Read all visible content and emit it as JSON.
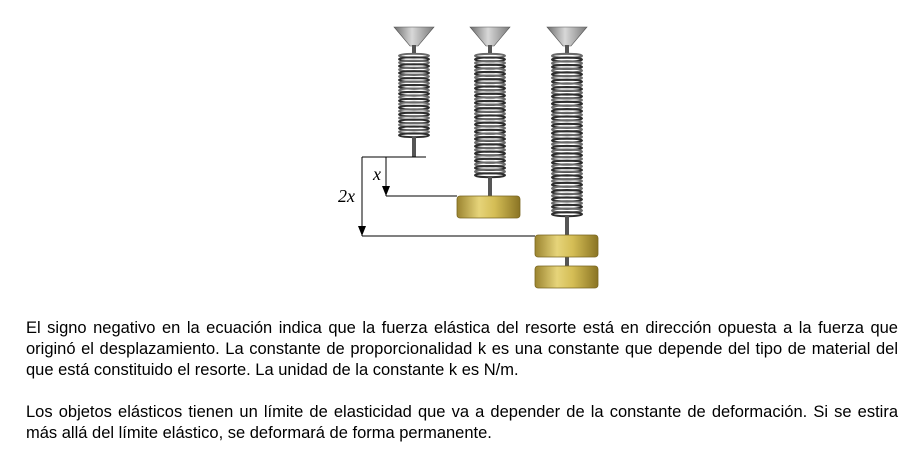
{
  "figure": {
    "label_x": "x",
    "label_2x": "2x"
  },
  "paragraphs": [
    "El signo negativo en la ecuación indica que la fuerza elástica del resorte está en dirección opuesta a la fuerza que originó el desplazamiento. La constante de proporcionalidad k es una constante que depende del tipo de material del que está constituido el resorte. La unidad de la constante k es N/m.",
    "Los objetos elásticos tienen un límite de elasticidad que va a depender de la constante de deformación. Si se estira más allá del límite elástico, se deformará de forma permanente."
  ]
}
